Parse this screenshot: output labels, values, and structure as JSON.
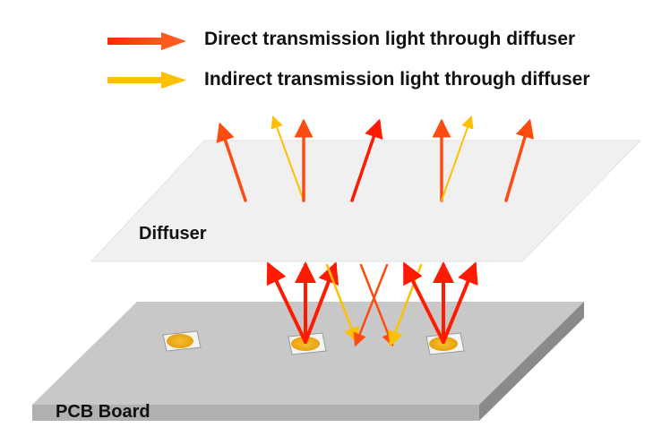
{
  "legend": {
    "direct_label": "Direct transmission light through diffuser",
    "indirect_label": "Indirect transmission light through diffuser"
  },
  "labels": {
    "diffuser": "Diffuser",
    "pcb": "PCB Board"
  },
  "colors": {
    "direct": "#ff3d00",
    "indirect": "#ffc000",
    "red": "#ff1a00",
    "diffuser": "#f0f0f0",
    "pcb_top": "#c8c8c8",
    "pcb_front": "#b0b0b0",
    "pcb_side": "#8a8a8a",
    "led": "#f2b320"
  }
}
